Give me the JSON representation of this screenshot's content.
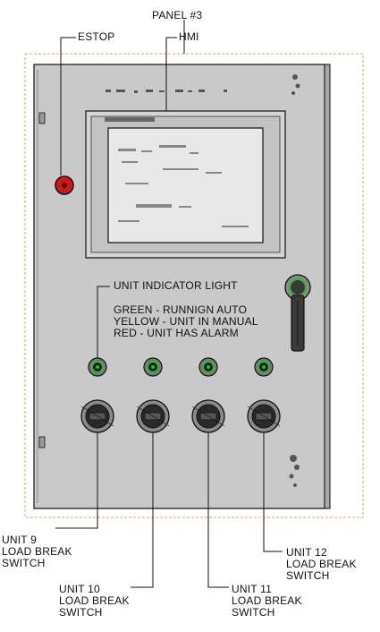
{
  "title": "PANEL #3",
  "callouts": {
    "estop": "ESTOP",
    "hmi": "HMI",
    "unit_indicator_light": "UNIT INDICATOR LIGHT",
    "legend": {
      "green": "GREEN - RUNNIGN AUTO",
      "yellow": "YELLOW - UNIT IN MANUAL",
      "red": "RED - UNIT HAS ALARM"
    }
  },
  "switches": [
    {
      "id": "unit9",
      "label": "UNIT 9\nLOAD BREAK\nSWITCH"
    },
    {
      "id": "unit10",
      "label": "UNIT 10\nLOAD BREAK\nSWITCH"
    },
    {
      "id": "unit11",
      "label": "UNIT 11\nLOAD BREAK\nSWITCH"
    },
    {
      "id": "unit12",
      "label": "UNIT 12\nLOAD BREAK\nSWITCH"
    }
  ],
  "colors": {
    "panel_fill": "#c9c9c9",
    "outline_dashed": "#e8a070",
    "estop_red": "#cc1a1a",
    "indicator_green": "#33b833",
    "line": "#111111"
  }
}
